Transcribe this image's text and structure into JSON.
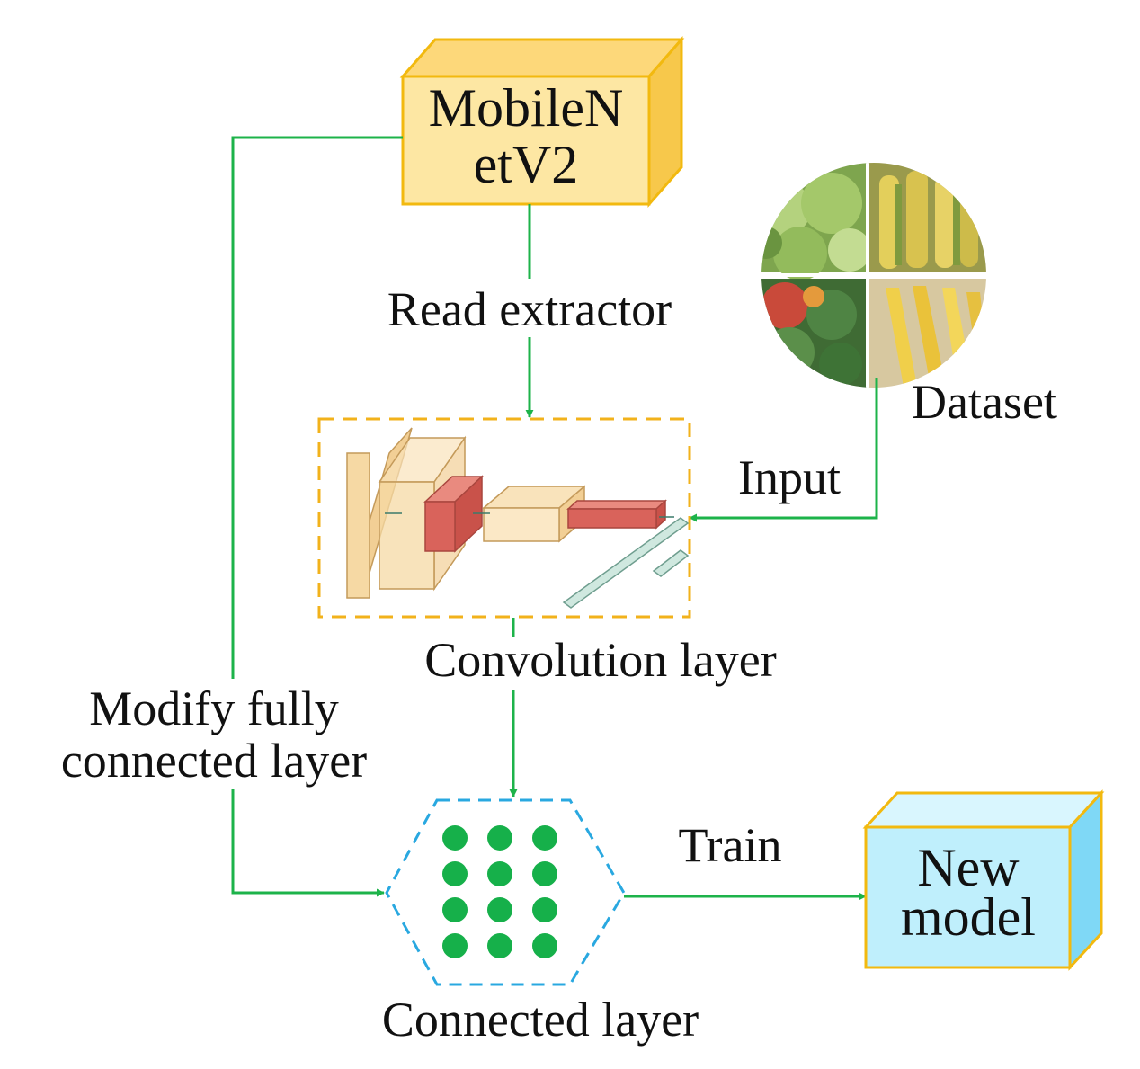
{
  "nodes": {
    "mobilenet": {
      "line1": "MobileN",
      "line2": "etV2"
    },
    "new_model": {
      "line1": "New",
      "line2": "model"
    },
    "dataset": {
      "label": "Dataset"
    },
    "convolution": {
      "label": "Convolution layer"
    },
    "connected": {
      "label": "Connected layer"
    }
  },
  "edges": {
    "read_extractor": "Read extractor",
    "input": "Input",
    "modify": {
      "line1": "Modify fully",
      "line2": "connected layer"
    },
    "train": "Train"
  },
  "colors": {
    "arrow": "#1db34a",
    "mobilenet_fill": "#fde7a3",
    "box_border": "#f2b90f",
    "new_model_fill": "#bfeffc",
    "new_model_side": "#7fd8f6",
    "conv_border": "#f2b21b",
    "connected_border": "#29a8e0",
    "neuron": "#16b04a",
    "conv_tan": "#f6d9a4",
    "conv_red": "#d9635b"
  },
  "connected_layer_grid": {
    "rows": 4,
    "cols": 3
  }
}
